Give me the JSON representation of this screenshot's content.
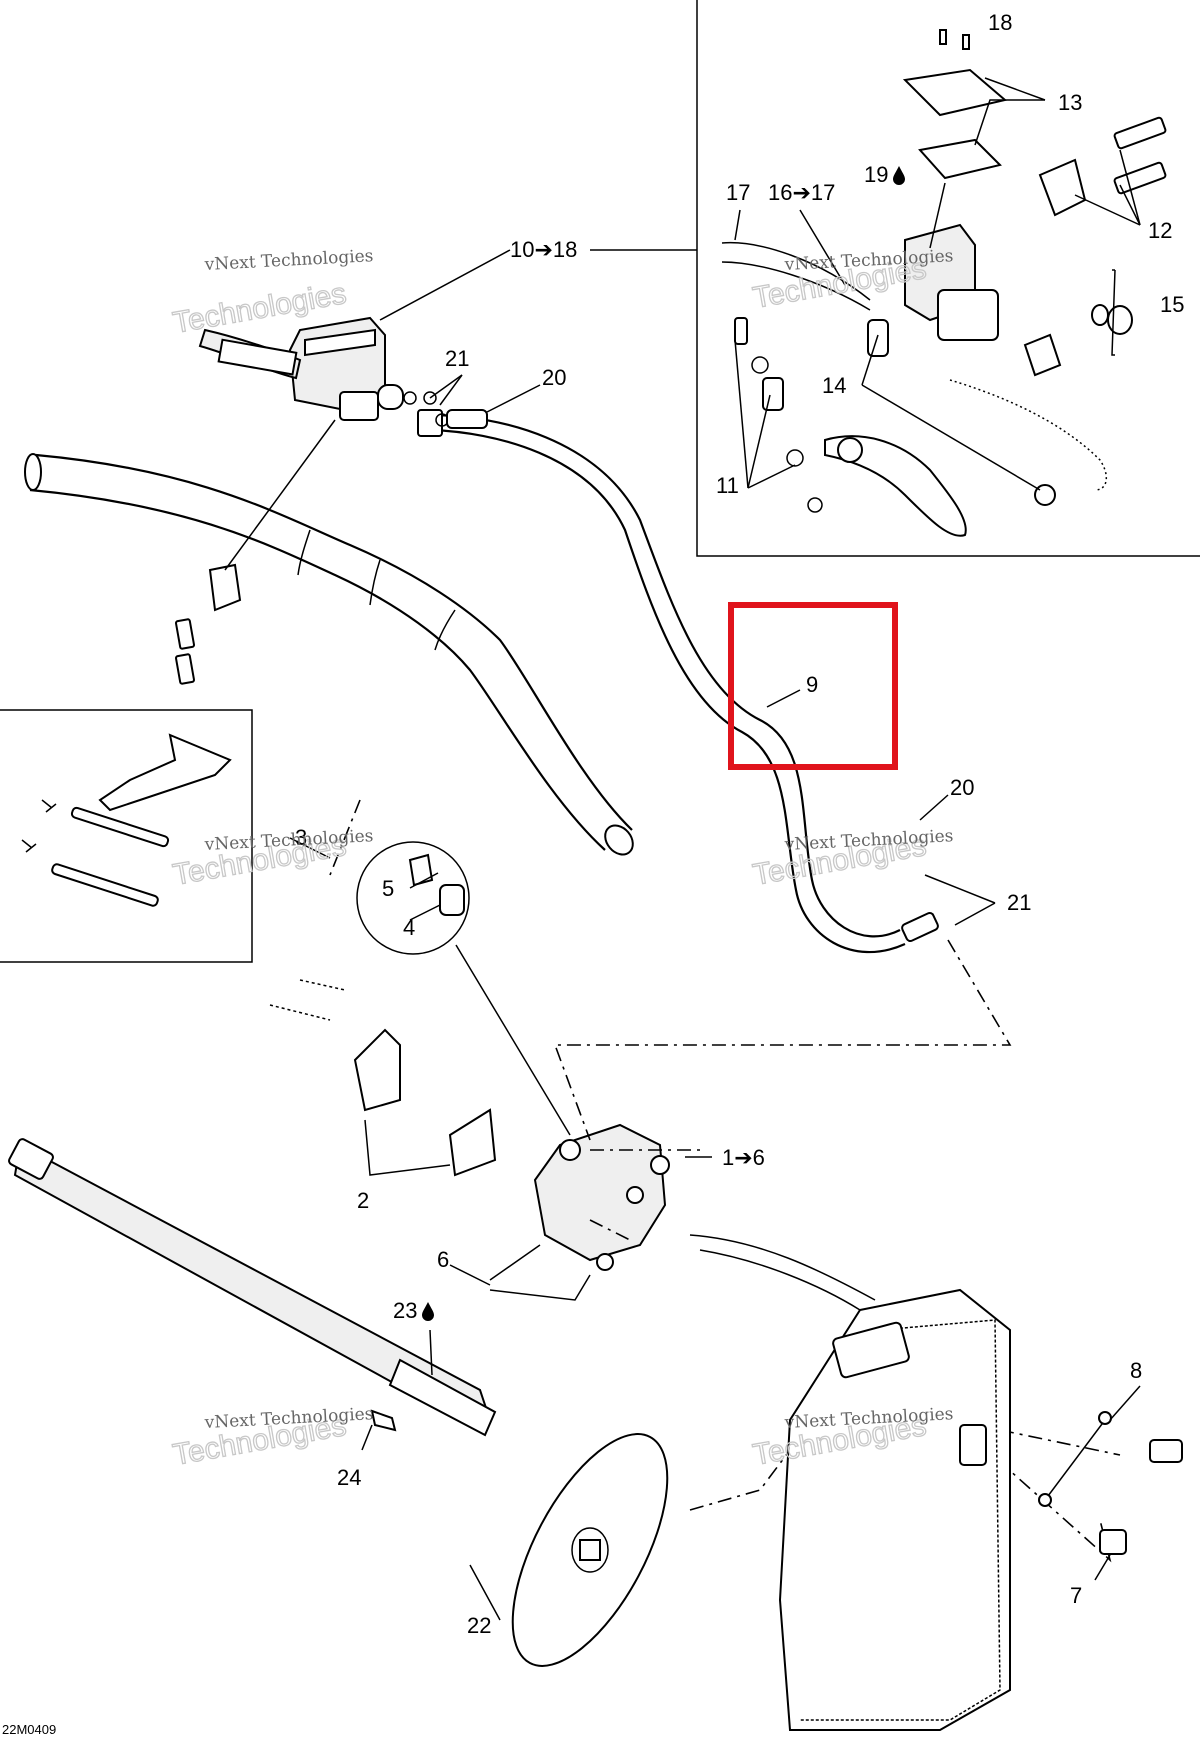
{
  "callouts": {
    "c1": "1➔6",
    "c2": "2",
    "c3": "3",
    "c4": "4",
    "c5": "5",
    "c6": "6",
    "c7": "7",
    "c8": "8",
    "c9": "9",
    "c10": "10➔18",
    "c11": "11",
    "c12": "12",
    "c13": "13",
    "c14": "14",
    "c15": "15",
    "c16": "16➔17",
    "c17": "17",
    "c18": "18",
    "c19": "19",
    "c20a": "20",
    "c20b": "20",
    "c21a": "21",
    "c21b": "21",
    "c22": "22",
    "c23": "23",
    "c24": "24"
  },
  "watermark": {
    "line1": "vNext Technologies",
    "line2": "Technologies"
  },
  "drawing_code": "22M0409",
  "highlight": {
    "label": "9",
    "color": "#e0141c"
  },
  "icons": {
    "lubricant": "oil-drop-icon",
    "arrow": "arrow-right-icon"
  }
}
